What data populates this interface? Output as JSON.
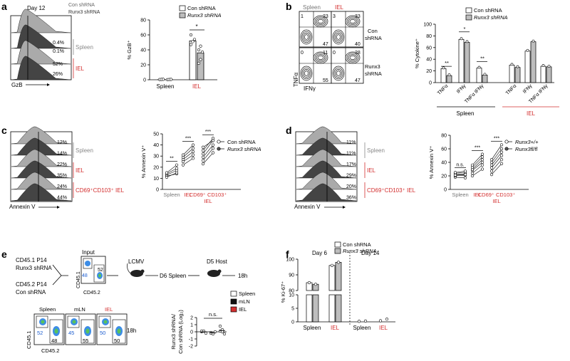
{
  "colors": {
    "red": "#d32f2f",
    "gray": "#8a8a8a",
    "dark": "#333333",
    "lightfill": "#bdbdbd",
    "blue": "#1f5fd0"
  },
  "panel_a": {
    "letter": "a",
    "day": "Day 12",
    "legend_con": "Con shRNA",
    "legend_runx": "Runx3 shRNA",
    "pcts": [
      "0.4%",
      "0.1%",
      "52%",
      "26%"
    ],
    "spleen": "Spleen",
    "iel": "IEL",
    "xlabel": "GzB"
  },
  "panel_b": {
    "letter": "b",
    "spleen": "Spleen",
    "iel": "IEL",
    "con": [
      "Con",
      "shRNA"
    ],
    "runx": [
      "Runx3",
      "shRNA"
    ],
    "ylabel": "TNFα",
    "xlabel": "IFNγ",
    "q_con_spleen": [
      "1",
      "23",
      "47"
    ],
    "q_con_iel": [
      "3",
      "33",
      "40"
    ],
    "q_runx_spleen": [
      "0",
      "11",
      "55"
    ],
    "q_runx_iel": [
      "0",
      "28",
      "47"
    ]
  },
  "panel_c": {
    "letter": "c",
    "pcts": [
      "12%",
      "14%",
      "22%",
      "35%",
      "24%",
      "44%"
    ],
    "spleen": "Spleen",
    "iel": "IEL",
    "cd69": "CD69⁺CD103⁺ IEL",
    "xlabel": "Annexin V"
  },
  "panel_d": {
    "letter": "d",
    "pcts": [
      "11%",
      "11%",
      "17%",
      "29%",
      "20%",
      "36%"
    ],
    "spleen": "Spleen",
    "iel": "IEL",
    "cd69": "CD69⁺CD103⁺ IEL",
    "xlabel": "Annexin V"
  },
  "panel_e": {
    "letter": "e",
    "donor1": [
      "CD45.1 P14",
      "Runx3 shRNA"
    ],
    "donor2": [
      "CD45.2 P14",
      "Con shRNA"
    ],
    "input": "Input",
    "input_nums": [
      "48",
      "52"
    ],
    "lcmv": "LCMV",
    "d6": "D6 Spleen",
    "d5": "D5 Host",
    "h18": "18h",
    "h18b": "18h",
    "cd451": "CD45.1",
    "cd452": "CD45.2",
    "spleen": "Spleen",
    "mln": "mLN",
    "iel": "IEL",
    "fc_nums": [
      [
        "52",
        "48"
      ],
      [
        "45",
        "55"
      ],
      [
        "50",
        "50"
      ]
    ],
    "ns": "n.s.",
    "ylabel": [
      "Runx3 shRNA/",
      "Con shRNA (Log₂)"
    ],
    "legend": [
      "Spleen",
      "mLN",
      "IEL"
    ]
  },
  "panel_f": {
    "letter": "f",
    "legend_con": "Con shRNA",
    "legend_runx": "Runx3 shRNA",
    "day6": "Day 6",
    "day14": "Day 14",
    "ylabel": "% Ki-67⁺",
    "spleen": "Spleen",
    "iel": "IEL"
  },
  "chart_data": [
    {
      "type": "bar",
      "panel": "a",
      "categories": [
        "Spleen",
        "IEL"
      ],
      "ylabel": "% GzB⁺",
      "ylim": [
        0,
        80
      ],
      "yticks": [
        "0",
        "20",
        "40",
        "60",
        "80"
      ],
      "series": [
        {
          "name": "Con shRNA",
          "values": [
            0.5,
            52
          ],
          "points": [
            [
              0.3,
              0.5,
              0.6
            ],
            [
              47,
              51,
              54,
              60
            ]
          ]
        },
        {
          "name": "Runx3 shRNA",
          "values": [
            0.4,
            36
          ],
          "points": [
            [
              0.2,
              0.4,
              0.5
            ],
            [
              22,
              27,
              37,
              40,
              45
            ]
          ]
        }
      ],
      "annotations": [
        "*"
      ]
    },
    {
      "type": "bar",
      "panel": "b",
      "categories": [
        "TNFα",
        "IFNγ",
        "TNFα IFNγ",
        "TNFα",
        "IFNγ",
        "TNFα IFNγ"
      ],
      "groups": [
        "Spleen",
        "IEL"
      ],
      "ylabel": "% Cytokine⁺",
      "ylim": [
        0,
        100
      ],
      "yticks": [
        "0",
        "20",
        "40",
        "60",
        "80",
        "100"
      ],
      "series": [
        {
          "name": "Con shRNA",
          "values": [
            24,
            74,
            25,
            30,
            54,
            28
          ]
        },
        {
          "name": "Runx3 shRNA",
          "values": [
            12,
            69,
            13,
            26,
            70,
            27
          ]
        }
      ],
      "annotations": [
        "**",
        "*",
        "**"
      ]
    },
    {
      "type": "scatter",
      "panel": "c",
      "categories": [
        "Spleen",
        "IEL",
        "CD69⁺ CD103⁺ IEL"
      ],
      "ylabel": "% Annexin V⁺",
      "ylim": [
        0,
        50
      ],
      "yticks": [
        "0",
        "10",
        "20",
        "30",
        "40",
        "50"
      ],
      "series": [
        {
          "name": "Con shRNA",
          "values": [
            [
              12,
              11,
              13,
              14,
              15
            ],
            [
              22,
              25,
              27,
              29,
              31
            ],
            [
              23,
              26,
              29,
              32,
              35,
              38
            ]
          ]
        },
        {
          "name": "Runx3 shRNA",
          "values": [
            [
              14,
              15,
              17,
              19,
              22
            ],
            [
              28,
              31,
              34,
              37,
              40
            ],
            [
              33,
              37,
              40,
              44,
              46,
              44
            ]
          ]
        }
      ],
      "annotations": [
        "**",
        "***",
        "***"
      ]
    },
    {
      "type": "scatter",
      "panel": "d",
      "categories": [
        "Spleen",
        "IEL",
        "CD69⁺ CD103⁺ IEL"
      ],
      "ylabel": "% Annexin V⁺",
      "ylim": [
        0,
        80
      ],
      "yticks": [
        "0",
        "20",
        "40",
        "60",
        "80"
      ],
      "series": [
        {
          "name": "Runx3+/+",
          "values": [
            [
              18,
              20,
              22,
              24,
              25,
              21
            ],
            [
              20,
              24,
              28,
              30,
              33,
              36
            ],
            [
              22,
              27,
              32,
              36,
              40,
              44
            ]
          ]
        },
        {
          "name": "Runx3fl/fl",
          "values": [
            [
              17,
              21,
              23,
              25,
              27,
              22
            ],
            [
              30,
              36,
              40,
              44,
              48,
              52
            ],
            [
              38,
              44,
              50,
              55,
              60,
              66
            ]
          ]
        }
      ],
      "annotations": [
        "n.s.",
        "***",
        "***"
      ]
    },
    {
      "type": "scatter",
      "panel": "e",
      "categories": [
        "Spleen",
        "mLN",
        "IEL"
      ],
      "ylabel": "Runx3 shRNA/ Con shRNA (Log₂)",
      "ylim": [
        -2,
        2
      ],
      "yticks": [
        "-2",
        "-1",
        "0",
        "1",
        "2"
      ],
      "series": [
        {
          "name": "Spleen",
          "values": [
            0.0,
            0.1,
            -0.2,
            0.1
          ]
        },
        {
          "name": "mLN",
          "values": [
            -0.1,
            -0.3,
            0.0,
            -0.2
          ]
        },
        {
          "name": "IEL",
          "values": [
            0.1,
            0.3,
            -0.3,
            0.8,
            0.0
          ]
        }
      ],
      "annotations": [
        "n.s."
      ]
    },
    {
      "type": "bar",
      "panel": "f",
      "categories": [
        "Day 6 Spleen",
        "Day 6 IEL",
        "Day 14 Spleen",
        "Day 14 IEL"
      ],
      "ylabel": "% Ki-67⁺",
      "yticks": [
        "0",
        "5",
        "10",
        "80",
        "90",
        "100"
      ],
      "broken_axis": true,
      "series": [
        {
          "name": "Con shRNA",
          "values": [
            85,
            96,
            0.2,
            0.4
          ]
        },
        {
          "name": "Runx3 shRNA",
          "values": [
            84,
            98,
            0.3,
            1.0
          ]
        }
      ]
    }
  ]
}
